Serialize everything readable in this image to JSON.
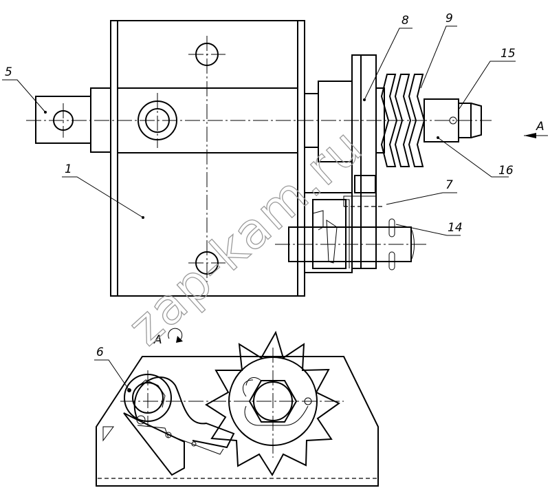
{
  "labels": {
    "p1": "1",
    "p5": "5",
    "p6": "6",
    "p7": "7",
    "p8": "8",
    "p9": "9",
    "p14": "14",
    "p15": "15",
    "p16": "16"
  },
  "view_arrow_label": "A",
  "view_title": "A",
  "watermark": "zap-kam.ru"
}
